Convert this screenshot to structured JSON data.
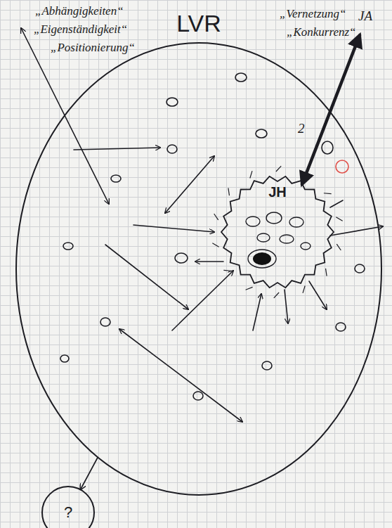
{
  "diagram": {
    "nodes": [
      {
        "text": [
          "LVR"
        ]
      },
      {
        "text": [
          "JH"
        ],
        "in": 0
      },
      {
        "text": [
          "?"
        ]
      }
    ],
    "edges": [
      {
        "from": 0,
        "to": 2,
        "arrow": "to"
      }
    ],
    "labels": [
      "„Abhängigkeiten“",
      "„Eigenständigkeit“",
      "„Positionierung“",
      "„Vernetzung“",
      "„Konkurrenz“",
      "JA",
      "2"
    ]
  }
}
